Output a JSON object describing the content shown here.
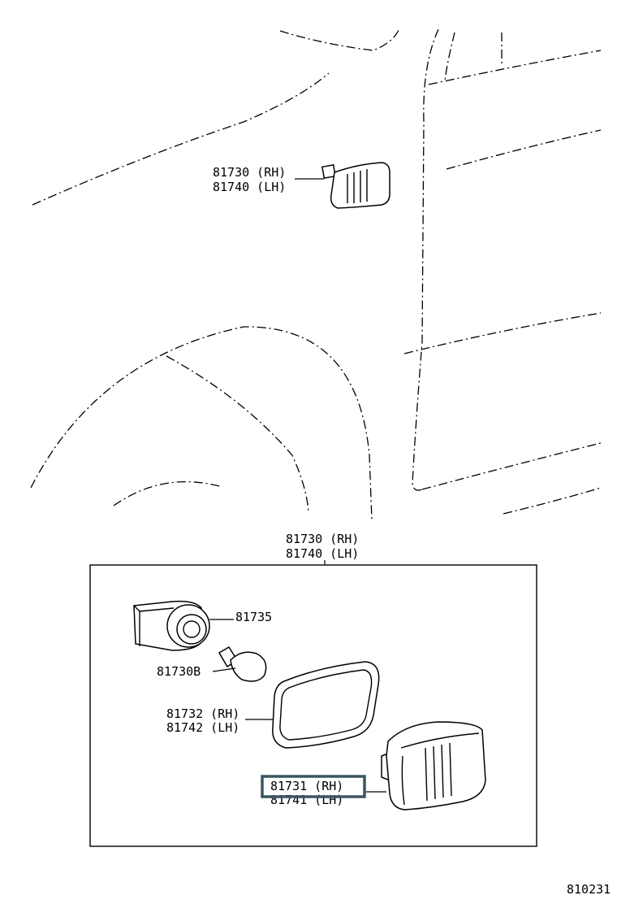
{
  "callouts": {
    "top_assembly_rh": "81730 (RH)",
    "top_assembly_lh": "81740 (LH)",
    "box_assembly_rh": "81730 (RH)",
    "box_assembly_lh": "81740 (LH)",
    "socket": "81735",
    "bulb": "81730B",
    "gasket_rh": "81732 (RH)",
    "gasket_lh": "81742 (LH)",
    "lens_rh": "81731 (RH)",
    "lens_lh": "81741 (LH)"
  },
  "diagram_id": "810231",
  "colors": {
    "line": "#000000",
    "highlight": "#3a5560"
  },
  "highlighted_part": "81731 (RH)"
}
